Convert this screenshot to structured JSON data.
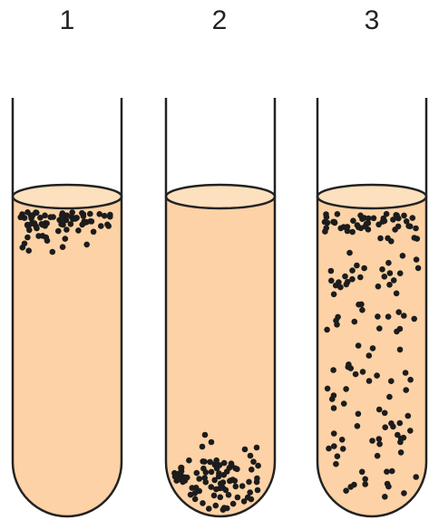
{
  "tubes": [
    {
      "label": "1",
      "distribution": "top"
    },
    {
      "label": "2",
      "distribution": "bottom"
    },
    {
      "label": "3",
      "distribution": "throughout"
    }
  ],
  "colors": {
    "medium": "#fcd2a6",
    "surface": "#fde0bd",
    "outline": "#222222",
    "particle": "#1c1c1c"
  }
}
